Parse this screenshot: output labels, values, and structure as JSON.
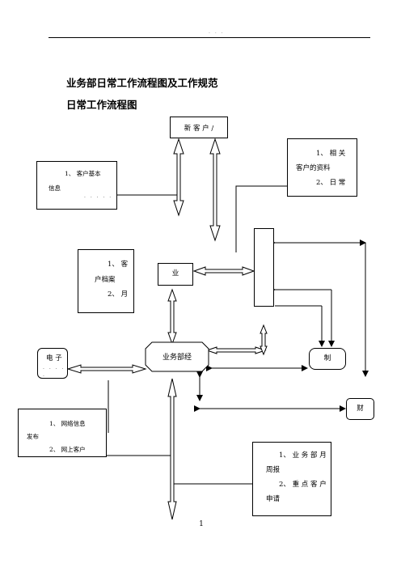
{
  "header": {
    "dots": ". . ."
  },
  "titles": {
    "main": "业务部日常工作流程图及工作规范",
    "sub": "日常工作流程图"
  },
  "boxes": {
    "new_customer": "新 客 户 /",
    "customer_info": {
      "line1": "1、    客户基本",
      "line2": "信息",
      "dots": ". . . . ."
    },
    "customer_docs": {
      "line1": "1、   相  关",
      "line2": "客户的资料",
      "line3": "2、   日  常"
    },
    "customer_file": {
      "line1": "1、   客",
      "line2": "户档案",
      "line3": "2、   月"
    },
    "ye": "业",
    "dept_manager": "业务部经",
    "electronic": {
      "line1": "电 子",
      "dots": ". . . . ."
    },
    "zhi": "制",
    "cai": "财",
    "network": {
      "line1": "1、    网络信息",
      "line2": "发布",
      "line3": "2、    网上客户"
    },
    "weekly_report": {
      "line1": "1、   业 务 部 月",
      "line2": "周报",
      "line3": "2、   重 点 客 户",
      "line4": "申请"
    }
  },
  "page_number": "1"
}
